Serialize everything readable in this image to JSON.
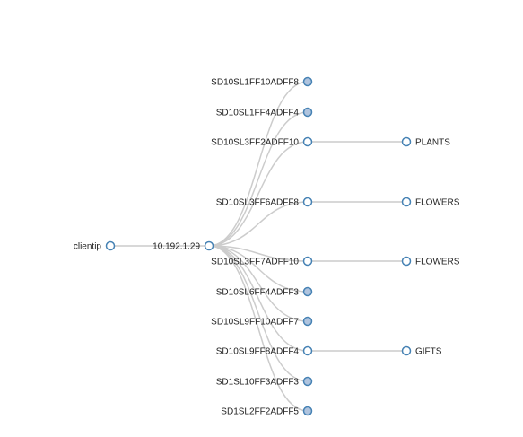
{
  "tree": {
    "root": {
      "label": "clientip",
      "collapsed": false
    },
    "hub": {
      "label": "10.192.1.29",
      "collapsed": false
    },
    "children": [
      {
        "label": "SD10SL1FF10ADFF8",
        "collapsed": true,
        "leaf": null
      },
      {
        "label": "SD10SL1FF4ADFF4",
        "collapsed": true,
        "leaf": null
      },
      {
        "label": "SD10SL3FF2ADFF10",
        "collapsed": false,
        "leaf": "PLANTS"
      },
      {
        "label": "SD10SL3FF6ADFF8",
        "collapsed": false,
        "leaf": "FLOWERS"
      },
      {
        "label": "SD10SL3FF7ADFF10",
        "collapsed": false,
        "leaf": "FLOWERS"
      },
      {
        "label": "SD10SL6FF4ADFF3",
        "collapsed": true,
        "leaf": null
      },
      {
        "label": "SD10SL9FF10ADFF7",
        "collapsed": true,
        "leaf": null
      },
      {
        "label": "SD10SL9FF8ADFF4",
        "collapsed": false,
        "leaf": "GIFTS"
      },
      {
        "label": "SD1SL10FF3ADFF3",
        "collapsed": true,
        "leaf": null
      },
      {
        "label": "SD1SL2FF2ADFF5",
        "collapsed": true,
        "leaf": null
      }
    ]
  },
  "colors": {
    "node_stroke": "#4682b4",
    "collapsed_fill": "#b0c4de",
    "expanded_fill": "#ffffff",
    "link": "#cccccc"
  }
}
